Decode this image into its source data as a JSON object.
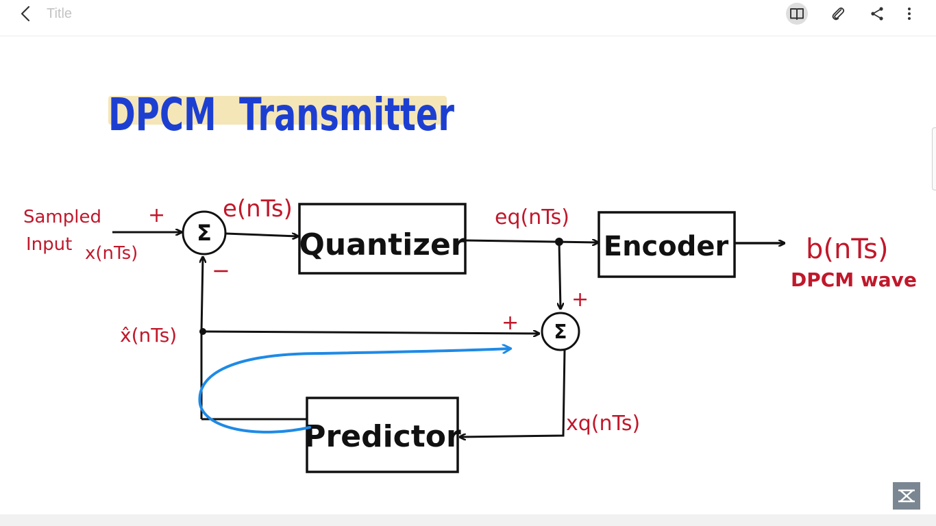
{
  "app": {
    "title": "Title",
    "toolbar": [
      "back-icon",
      "book-icon",
      "paperclip-icon",
      "share-icon",
      "more-vertical-icon"
    ]
  },
  "note": {
    "heading": "DPCM  Transmitter",
    "highlight_color": "#f5e6b8",
    "heading_color": "#1d3fd1",
    "label_color": "#c0182b",
    "feedback_arrow_color": "#1e8ae6",
    "diagram": {
      "input_label_line1": "Sampled",
      "input_label_line2": "Input",
      "input_signal": "x(nTs)",
      "plus_input": "+",
      "minus_feedback": "−",
      "summer_symbol": "Σ",
      "error_signal": "e(nTs)",
      "quantizer": "Quantizer",
      "quantized_error": "eq(nTs)",
      "encoder": "Encoder",
      "output_signal": "b(nTs)",
      "output_label": "DPCM wave",
      "prediction_signal": "x̂(nTs)",
      "plus_prediction": "+",
      "plus_quantized": "+",
      "predictor": "Predictor",
      "quantized_signal": "xq(nTs)"
    }
  }
}
